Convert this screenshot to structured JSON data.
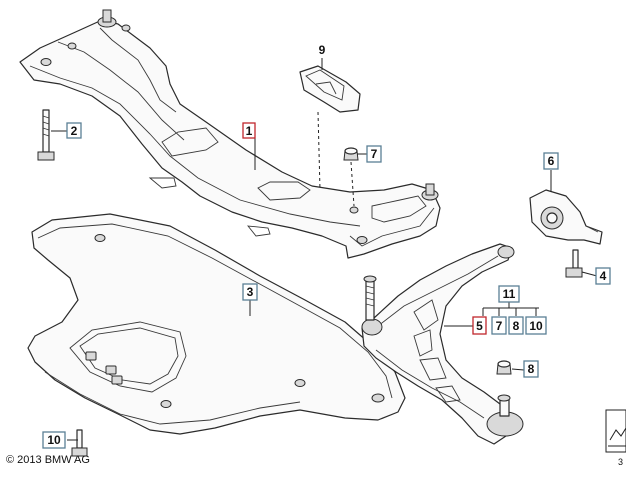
{
  "callouts": {
    "c1": "1",
    "c2": "2",
    "c3": "3",
    "c4": "4",
    "c5": "5",
    "c6": "6",
    "c7": "7",
    "c8": "8",
    "c9": "9",
    "c10": "10",
    "c11": "11",
    "c11_sub7": "7",
    "c11_sub8": "8",
    "c11_sub10": "10"
  },
  "copyright": "© 2013 BMW AG",
  "edge_mark": "3",
  "colors": {
    "highlight_box": "#c0272d",
    "standard_box": "#5a7f95",
    "box_fill": "#ffffff",
    "line": "#222222"
  }
}
